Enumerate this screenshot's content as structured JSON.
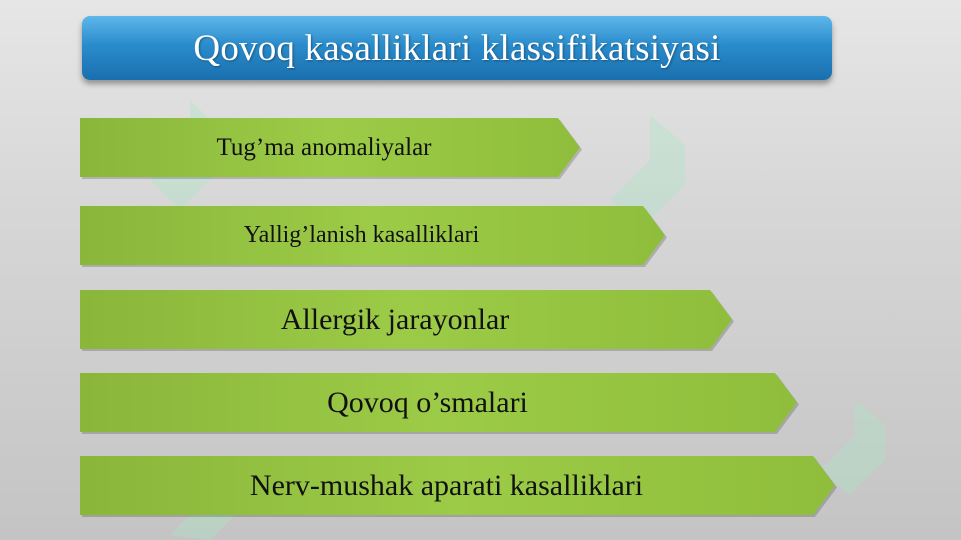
{
  "slide": {
    "title": "Qovoq kasalliklari klassifikatsiyasi",
    "items": [
      {
        "label": "Tug’ma anomaliyalar"
      },
      {
        "label": "Yallig’lanish kasalliklari"
      },
      {
        "label": "Allergik jarayonlar"
      },
      {
        "label": "Qovoq o’smalari"
      },
      {
        "label": "Nerv-mushak aparati kasalliklari"
      }
    ]
  },
  "colors": {
    "title_bar": "#2a8ccc",
    "arrow_fill": "#9ccb47",
    "background": "#d6d6d6",
    "watermark": "#a8e0c0"
  }
}
